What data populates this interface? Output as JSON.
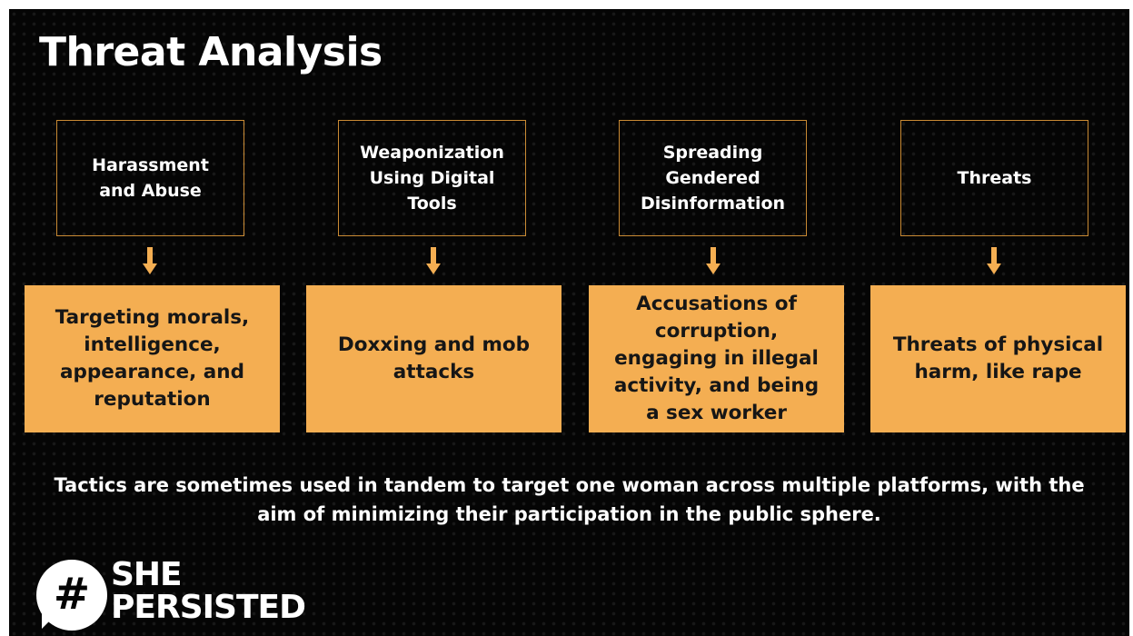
{
  "title": "Threat Analysis",
  "columns": [
    {
      "category": "Harassment and Abuse",
      "tactic": "Targeting morals, intelligence, appearance, and reputation"
    },
    {
      "category": "Weaponization Using Digital Tools",
      "tactic": "Doxxing and mob attacks"
    },
    {
      "category": "Spreading Gendered Disinformation",
      "tactic": "Accusations of corruption, engaging in illegal activity, and being a sex worker"
    },
    {
      "category": "Threats",
      "tactic": "Threats of physical harm, like rape"
    }
  ],
  "tagline": "Tactics are sometimes used in tandem to target one woman across multiple platforms, with the aim of minimizing their participation in the public sphere.",
  "logo": {
    "symbol": "#",
    "line1": "SHE",
    "line2": "PERSISTED"
  },
  "colors": {
    "background": "#050505",
    "accent": "#f4ae52",
    "box_border": "#c98a33",
    "text_light": "#ffffff",
    "text_dark": "#161616"
  }
}
